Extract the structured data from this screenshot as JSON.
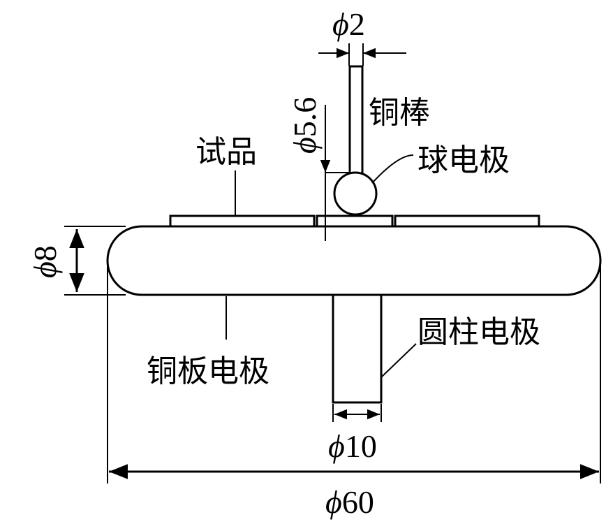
{
  "labels": {
    "copper_rod": "铜棒",
    "specimen": "试品",
    "ball_electrode": "球电极",
    "copper_plate_electrode": "铜板电极",
    "cylinder_electrode": "圆柱电极"
  },
  "dimensions": {
    "phi_symbol": "ϕ",
    "rod_diameter": "2",
    "ball_diameter": "5.6",
    "plate_thickness": "8",
    "cylinder_diameter": "10",
    "plate_diameter": "60"
  },
  "colors": {
    "stroke": "#000000",
    "background": "#ffffff"
  }
}
